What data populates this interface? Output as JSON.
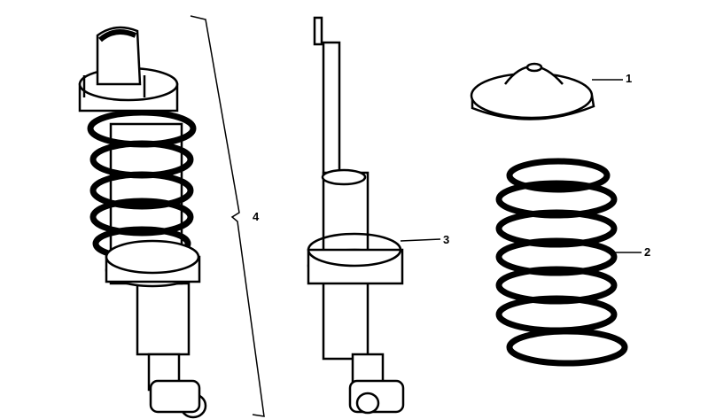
{
  "diagram": {
    "parts": [
      {
        "number": "1",
        "name": "spring-seat"
      },
      {
        "number": "2",
        "name": "coil-spring"
      },
      {
        "number": "3",
        "name": "shock-absorber"
      },
      {
        "number": "4",
        "name": "strut-assembly"
      }
    ]
  }
}
